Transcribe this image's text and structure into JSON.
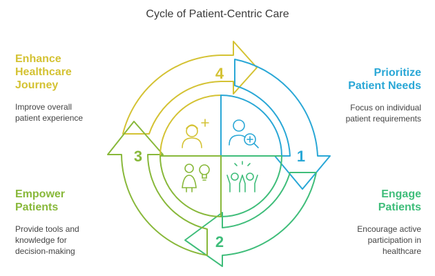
{
  "title": "Cycle of Patient-Centric Care",
  "steps": [
    {
      "number": "1",
      "heading_lines": [
        "Prioritize",
        "Patient Needs"
      ],
      "desc_lines": [
        "Focus on individual",
        "patient requirements"
      ],
      "color": "#29a7d6",
      "icon": "patient-search-icon"
    },
    {
      "number": "2",
      "heading_lines": [
        "Engage",
        "Patients"
      ],
      "desc_lines": [
        "Encourage active",
        "participation in",
        "healthcare"
      ],
      "color": "#3fbd7a",
      "icon": "group-celebrate-icon"
    },
    {
      "number": "3",
      "heading_lines": [
        "Empower",
        "Patients"
      ],
      "desc_lines": [
        "Provide tools and",
        "knowledge for",
        "decision-making"
      ],
      "color": "#88b83a",
      "icon": "person-idea-icon"
    },
    {
      "number": "4",
      "heading_lines": [
        "Enhance",
        "Healthcare",
        "Journey"
      ],
      "desc_lines": [
        "Improve overall",
        "patient experience"
      ],
      "color": "#d4c233",
      "icon": "nurse-care-icon"
    }
  ]
}
